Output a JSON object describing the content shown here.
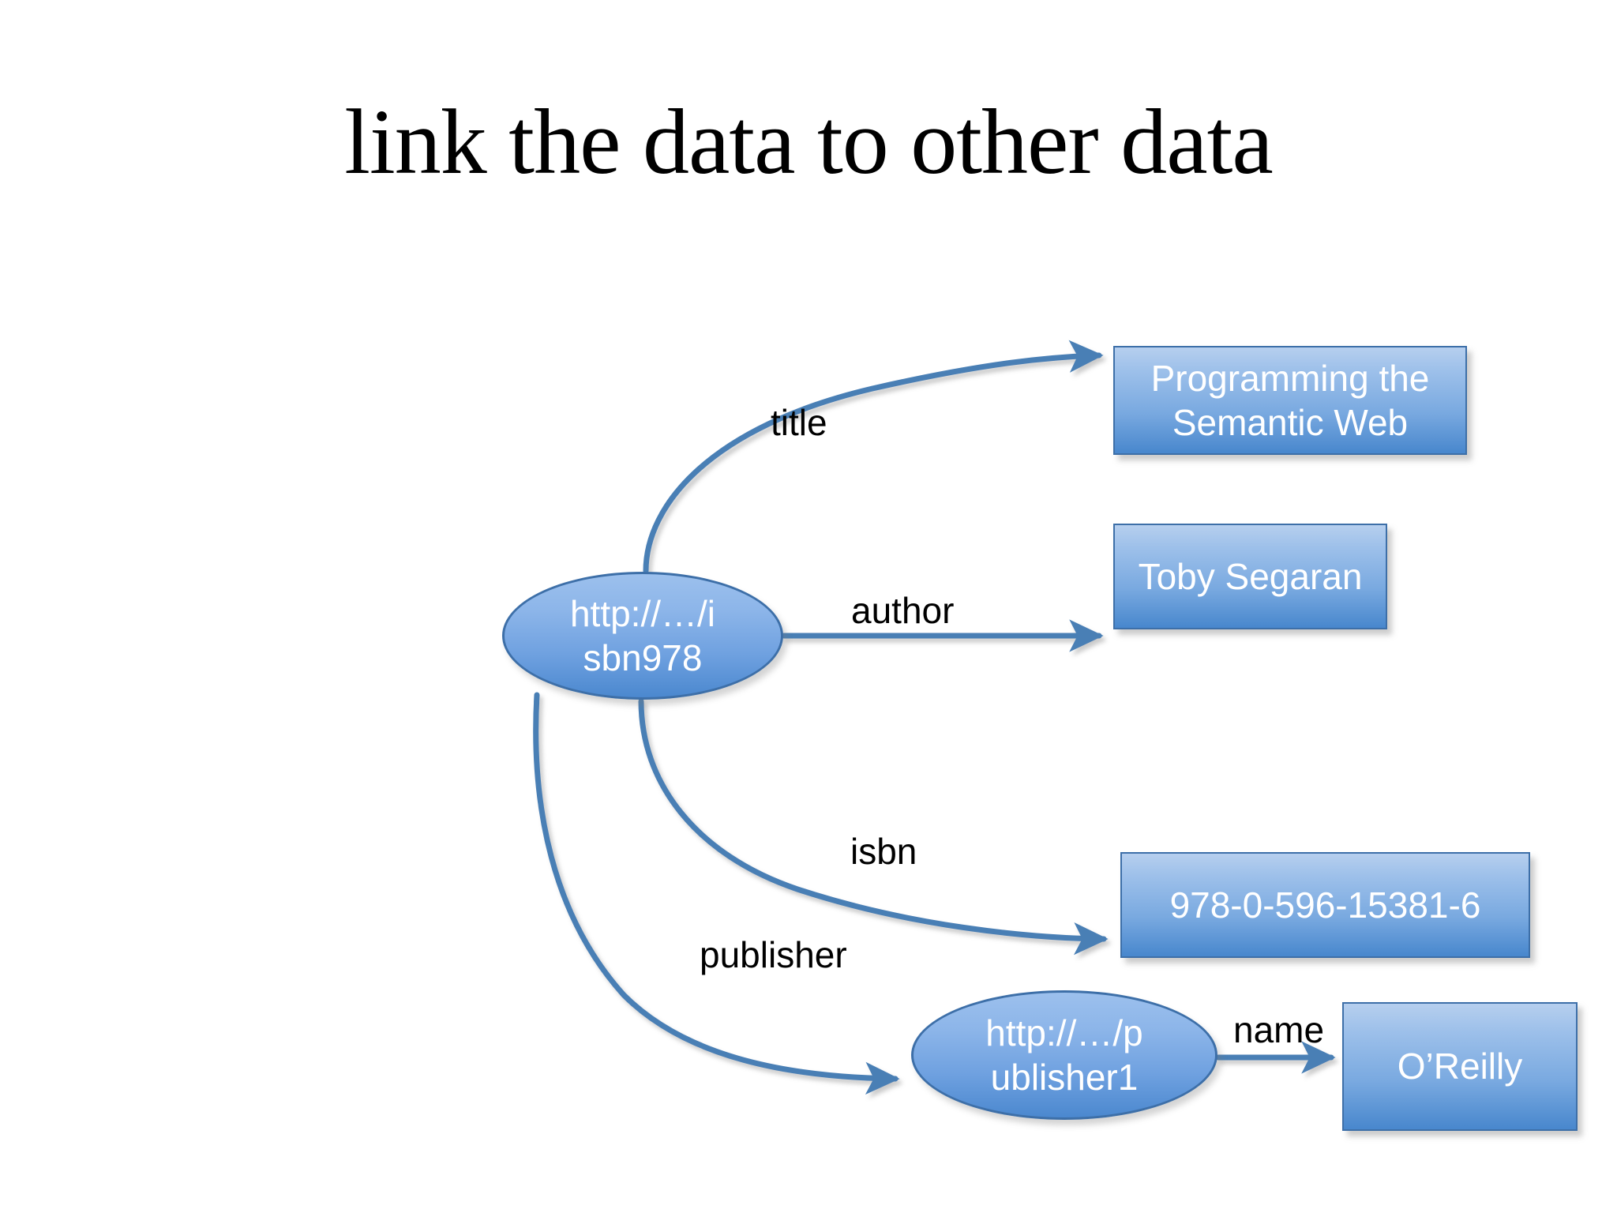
{
  "slide": {
    "title": "link the data to other data",
    "background_color": "#ffffff"
  },
  "theme": {
    "node_fill_top": "#b6cfee",
    "node_fill_bottom": "#4887cd",
    "node_border": "#3d6fa8",
    "node_text": "#ffffff",
    "edge_color": "#4a7fb5",
    "label_text": "#000000",
    "title_text": "#000000"
  },
  "graph": {
    "nodes": [
      {
        "id": "isbn-uri",
        "shape": "ellipse",
        "label": "http://…/isbn978",
        "label_lines": [
          "http://…/i",
          "sbn978"
        ]
      },
      {
        "id": "title-value",
        "shape": "rectangle",
        "label": "Programming the Semantic Web",
        "label_lines": [
          "Programming the",
          "Semantic Web"
        ]
      },
      {
        "id": "author-value",
        "shape": "rectangle",
        "label": "Toby Segaran",
        "label_lines": [
          "Toby Segaran"
        ]
      },
      {
        "id": "isbn-value",
        "shape": "rectangle",
        "label": "978-0-596-15381-6",
        "label_lines": [
          "978-0-596-15381-6"
        ]
      },
      {
        "id": "publisher-uri",
        "shape": "ellipse",
        "label": "http://…/publisher1",
        "label_lines": [
          "http://…/p",
          "ublisher1"
        ]
      },
      {
        "id": "name-value",
        "shape": "rectangle",
        "label": "O’Reilly",
        "label_lines": [
          "O’Reilly"
        ]
      }
    ],
    "edges": [
      {
        "id": "edge-title",
        "label": "title",
        "from": "isbn-uri",
        "to": "title-value"
      },
      {
        "id": "edge-author",
        "label": "author",
        "from": "isbn-uri",
        "to": "author-value"
      },
      {
        "id": "edge-isbn",
        "label": "isbn",
        "from": "isbn-uri",
        "to": "isbn-value"
      },
      {
        "id": "edge-publisher",
        "label": "publisher",
        "from": "isbn-uri",
        "to": "publisher-uri"
      },
      {
        "id": "edge-name",
        "label": "name",
        "from": "publisher-uri",
        "to": "name-value"
      }
    ]
  }
}
